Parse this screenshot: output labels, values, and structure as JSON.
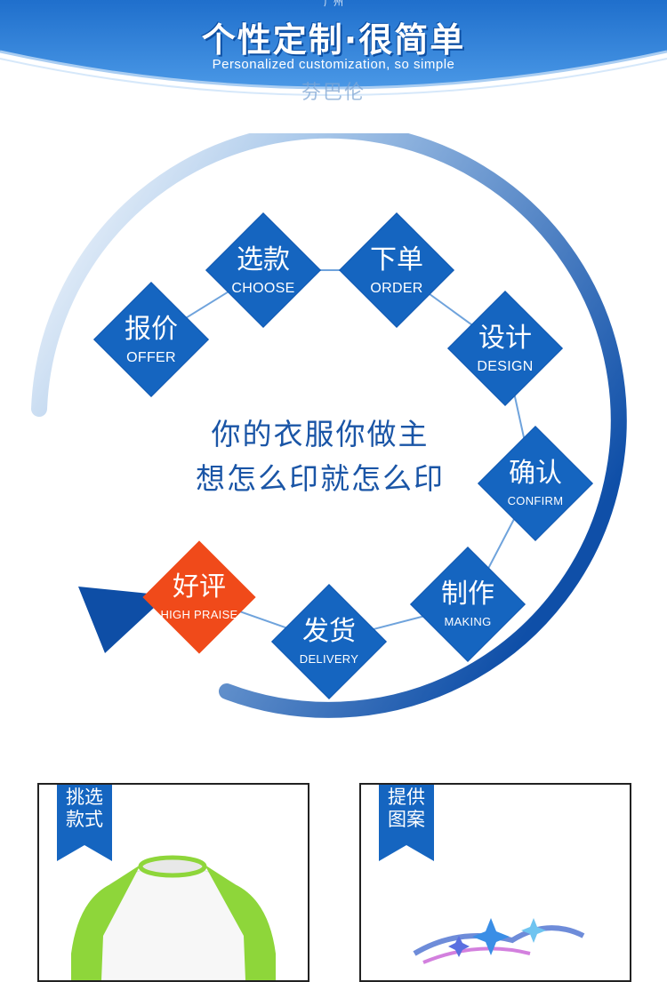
{
  "banner": {
    "title": "个性定制·很简单",
    "subtitle": "Personalized customization, so simple",
    "watermark_top": "广州",
    "watermark": "芬巴伦"
  },
  "center": {
    "line1": "你的衣服你做主",
    "line2": "想怎么印就怎么印"
  },
  "steps": [
    {
      "cn": "报价",
      "en": "OFFER"
    },
    {
      "cn": "选款",
      "en": "CHOOSE"
    },
    {
      "cn": "下单",
      "en": "ORDER"
    },
    {
      "cn": "设计",
      "en": "DESIGN"
    },
    {
      "cn": "确认",
      "en": "CONFIRM"
    },
    {
      "cn": "制作",
      "en": "MAKING"
    },
    {
      "cn": "发货",
      "en": "DELIVERY"
    },
    {
      "cn": "好评",
      "en": "HIGH PRAISE"
    }
  ],
  "cards": [
    {
      "tag": "挑选款式",
      "tag_line1": "挑选",
      "tag_line2": "款式"
    },
    {
      "tag": "提供图案",
      "tag_line1": "提供",
      "tag_line2": "图案"
    }
  ],
  "colors": {
    "primary_blue": "#1565c0",
    "highlight_orange": "#f04a1a",
    "banner_blue": "#2d7ed6",
    "shirt_green": "#8ed63a"
  }
}
